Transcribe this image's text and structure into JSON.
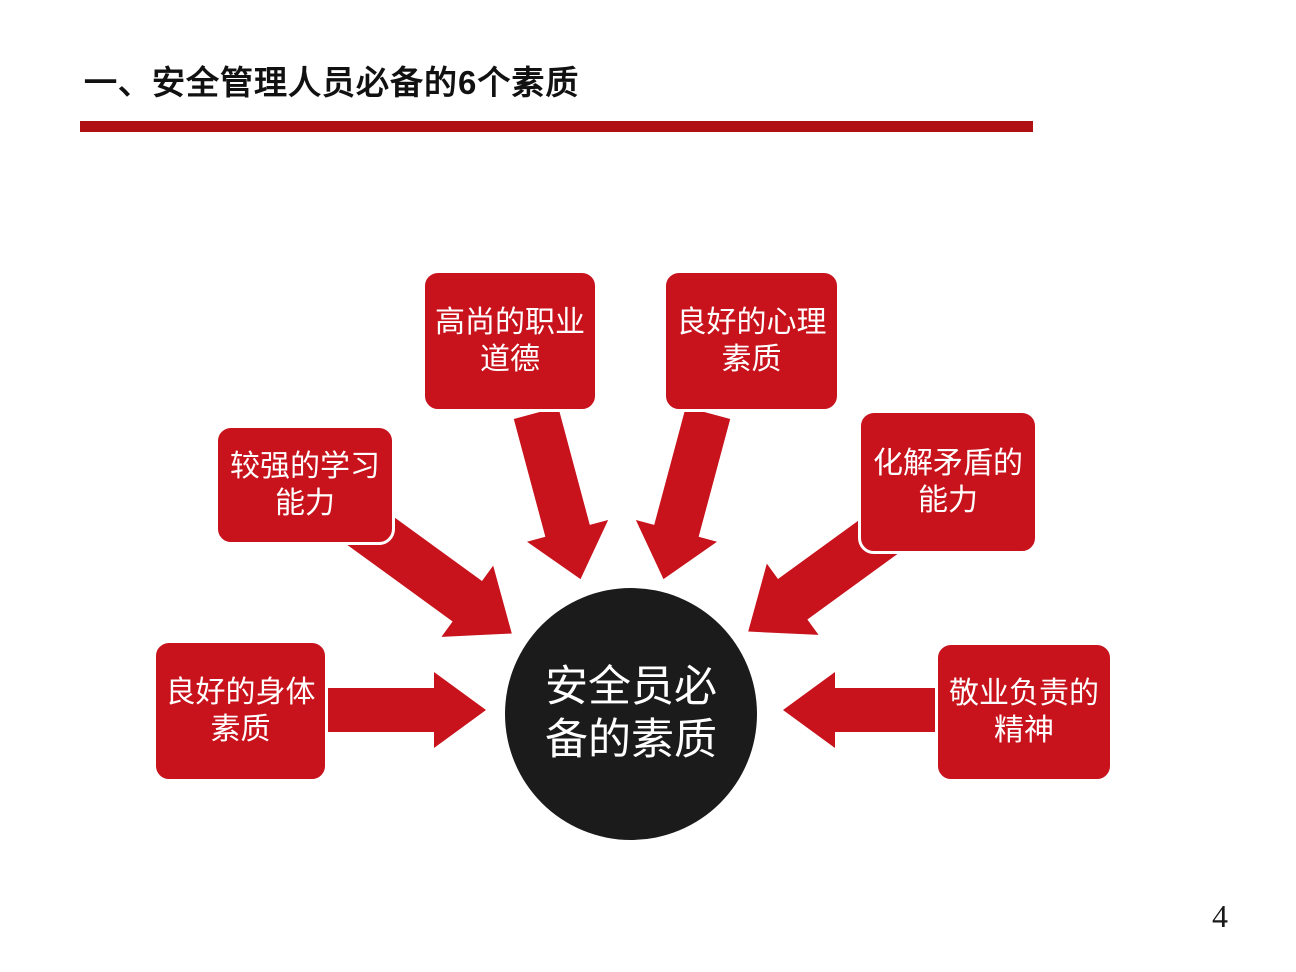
{
  "page": {
    "background": "#ffffff",
    "page_number": "4"
  },
  "header": {
    "title": "一、安全管理人员必备的6个素质"
  },
  "colors": {
    "shape_red": "#c8121c",
    "rule_red": "#b01013",
    "circle_black": "#1b1b1b",
    "text_white": "#ffffff",
    "title_color": "#111111",
    "page_num_color": "#1a1a1a"
  },
  "diagram": {
    "center": {
      "line1": "安全员必",
      "line2": "备的素质"
    },
    "boxes": [
      {
        "id": "noble-ethics",
        "line1": "高尚的职业",
        "line2": "道德"
      },
      {
        "id": "psychology",
        "line1": "良好的心理",
        "line2": "素质"
      },
      {
        "id": "learning",
        "line1": "较强的学习",
        "line2": "能力"
      },
      {
        "id": "conflict",
        "line1": "化解矛盾的",
        "line2": "能力"
      },
      {
        "id": "physique",
        "line1": "良好的身体",
        "line2": "素质"
      },
      {
        "id": "dedication",
        "line1": "敬业负责的",
        "line2": "精神"
      }
    ]
  }
}
